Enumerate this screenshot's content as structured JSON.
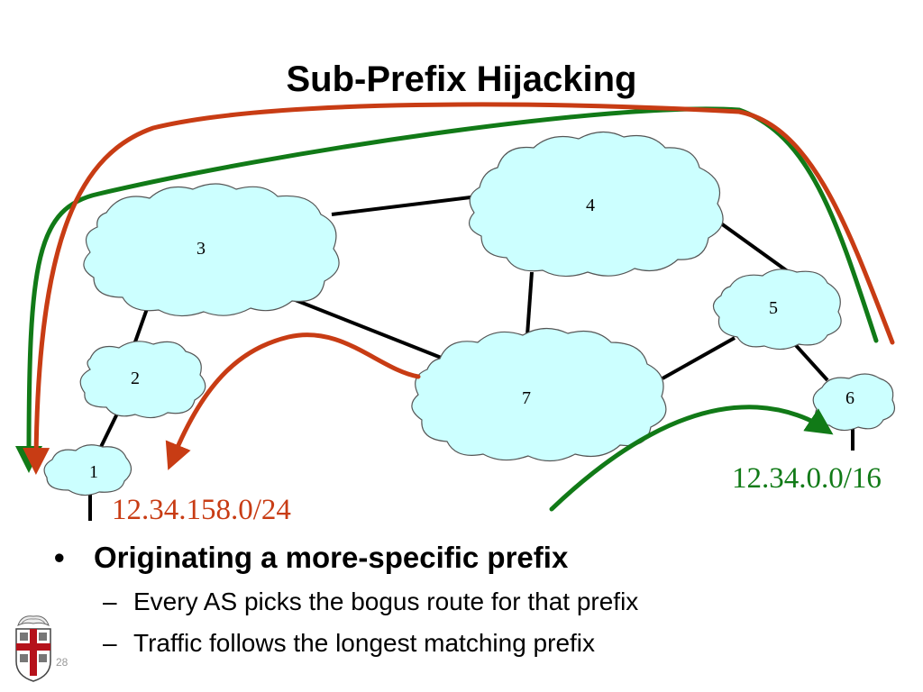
{
  "slide": {
    "title": "Sub-Prefix Hijacking",
    "page_number": "28"
  },
  "diagram": {
    "nodes": [
      {
        "id": "1",
        "label": "1"
      },
      {
        "id": "2",
        "label": "2"
      },
      {
        "id": "3",
        "label": "3"
      },
      {
        "id": "4",
        "label": "4"
      },
      {
        "id": "5",
        "label": "5"
      },
      {
        "id": "6",
        "label": "6"
      },
      {
        "id": "7",
        "label": "7"
      }
    ],
    "edges": [
      [
        "1",
        "2"
      ],
      [
        "2",
        "3"
      ],
      [
        "3",
        "4"
      ],
      [
        "3",
        "7"
      ],
      [
        "4",
        "7"
      ],
      [
        "4",
        "5"
      ],
      [
        "5",
        "7"
      ],
      [
        "5",
        "6"
      ]
    ],
    "prefix_bogus": "12.34.158.0/24",
    "prefix_legit": "12.34.0.0/16",
    "colors": {
      "cloud_fill": "#ccffff",
      "bogus_route": "#c83c14",
      "legit_route": "#117a17"
    }
  },
  "bullets": {
    "main": "Originating a more-specific prefix",
    "sub": [
      "Every AS picks the bogus route for that prefix",
      "Traffic follows the longest matching prefix"
    ]
  },
  "logo": {
    "icon": "university-shield-icon"
  }
}
